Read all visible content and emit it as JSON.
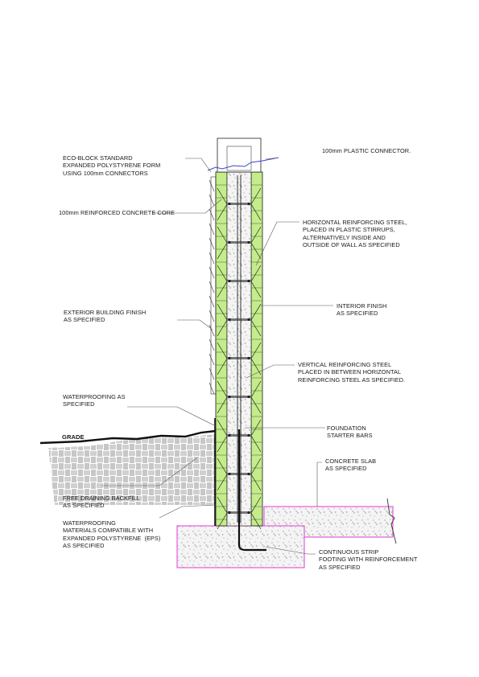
{
  "labels": {
    "eco_block": "ECO-BLOCK STANDARD\nEXPANDED POLYSTYRENE FORM\nUSING 100mm CONNECTORS",
    "plastic_connector": "100mm PLASTIC CONNECTOR.",
    "concrete_core": "100mm REINFORCED CONCRETE CORE",
    "horizontal_steel": "HORIZONTAL REINFORCING STEEL,\nPLACED IN PLASTIC STIRRUPS,\nALTERNATIVELY INSIDE AND\nOUTSIDE OF WALL AS SPECIFIED",
    "exterior_finish": "EXTERIOR BUILDING FINISH\nAS SPECIFIED",
    "interior_finish": "INTERIOR FINISH\nAS SPECIFIED",
    "vertical_steel": "VERTICAL REINFORCING STEEL\nPLACED IN BETWEEN HORIZONTAL\nREINFORCING STEEL AS SPECIFIED.",
    "waterproofing": "WATERPROOFING AS\nSPECIFIED",
    "foundation_starter": "FOUNDATION\nSTARTER BARS",
    "grade": "GRADE",
    "concrete_slab": "CONCRETE SLAB\nAS SPECIFIED",
    "backfill": "FREE DRAINING BACKFILL\nAS SPECIFIED",
    "waterproofing_materials": "WATERPROOFING\nMATERIALS COMPATIBLE WITH\nEXPANDED POLYSTYRENE  (EPS)\nAS SPECIFIED",
    "strip_footing": "CONTINUOUS STRIP\nFOOTING WITH REINFORCEMENT\nAS SPECIFIED"
  },
  "colors": {
    "eps_form": "#c4ec8a",
    "concrete": "#f4f4f4",
    "outline": "#1a1a1a",
    "slab_outline": "#e23ad6",
    "connector_mark": "#3a46c8",
    "leader": "#555555"
  }
}
